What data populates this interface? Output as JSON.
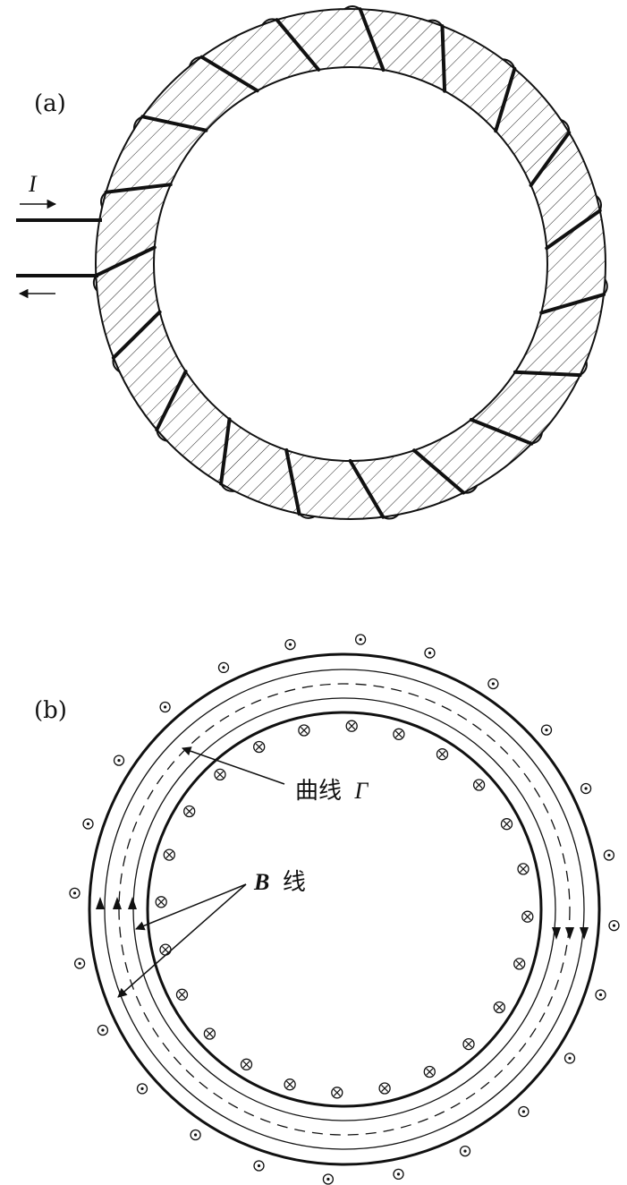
{
  "panel_a": {
    "label": "(a)",
    "current_label": "I"
  },
  "panel_b": {
    "label": "(b)",
    "curve_label_zh": "曲线",
    "curve_label_sym": "Γ",
    "bline_label_sym": "B",
    "bline_label_zh": "线"
  },
  "colors": {
    "ink": "#111111",
    "background": "#ffffff"
  },
  "icons": {
    "outward_current": "dot-in-circle-icon",
    "inward_current": "cross-in-circle-icon"
  }
}
